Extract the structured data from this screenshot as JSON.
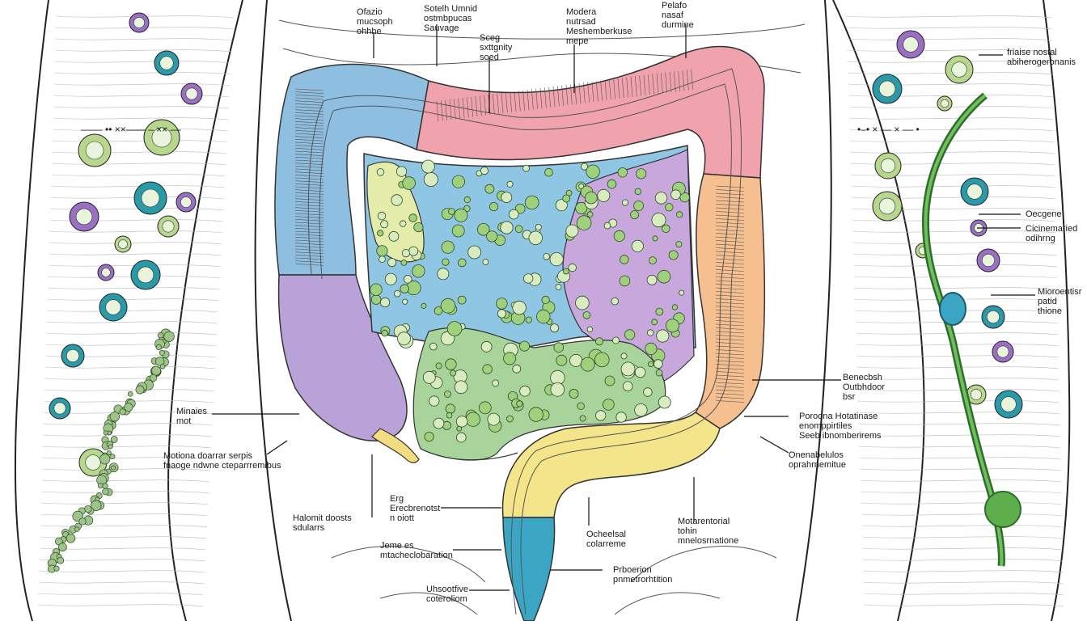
{
  "colors": {
    "ascending": "#8fbfe0",
    "ascending_lower": "#b9a2d8",
    "transverse": "#f1a3ad",
    "descending": "#f5bf8f",
    "sigmoid": "#f4e58a",
    "rectum": "#3aa6c4",
    "panel_blue": "#8fc6e4",
    "panel_purple": "#c8a8dc",
    "panel_green": "#a8d39a",
    "panel_yellow": "#e4ecaa",
    "cell_purple": "#9b6fc4",
    "cell_teal": "#2a9aa8",
    "cell_green": "#b7d88c",
    "vessel_green": "#3c8a3a"
  },
  "labels": {
    "top1": [
      "Ofazio",
      "mucsoph",
      "ohhhe"
    ],
    "top2": [
      "Sotelh Umnid",
      "ostmbpucas",
      "Sauvage"
    ],
    "top3": [
      "Sceg",
      "sxttgnity",
      "soed"
    ],
    "top4": [
      "Modera",
      "nutrsad",
      "Meshemberkuse",
      "mepe"
    ],
    "top5": [
      "Pelafo",
      "nasaf",
      "durmine"
    ],
    "right_top": [
      "friaise nostal",
      "abiherogeronanis"
    ],
    "right_mid1": [
      "Oecgene"
    ],
    "right_mid2": [
      "Cicinemaried",
      "odihrng"
    ],
    "right_mid3": [
      "Mioroentisr",
      "patid",
      "thione"
    ],
    "left_mid": [
      "Minaies",
      "mot"
    ],
    "left_low": [
      "Motiona doarrar serpis",
      "fnaoge ndwne cteparrremibus"
    ],
    "left_bottom": [
      "Halomit doosts",
      "sdularrs"
    ],
    "center_low1": [
      "Erg",
      "Erecbrenotst",
      "n oiott"
    ],
    "center_low2": [
      "Jeme es",
      "mtacheclobaration"
    ],
    "center_bottom": [
      "Uhsootfive",
      "coteroliom"
    ],
    "mid_right1": [
      "Benecbsh",
      "Outbhdoor",
      "bsr"
    ],
    "mid_right2": [
      "Poroona Hotatinase",
      "enomppirtiles",
      "Seeb ibnomberirems"
    ],
    "mid_right3": [
      "Onenabelulos",
      "oprahrnemitue"
    ],
    "low_right1": [
      "Ocheelsal",
      "colarreme"
    ],
    "low_right2": [
      "Motarentorial",
      "tohin",
      "mnelosrnatione"
    ],
    "low_right3": [
      "Prboerion",
      "pnmetrorhtition"
    ],
    "left_strip": "–––– •• ××—— – ×× ––",
    "right_strip": "•–• × –– × –– •"
  }
}
